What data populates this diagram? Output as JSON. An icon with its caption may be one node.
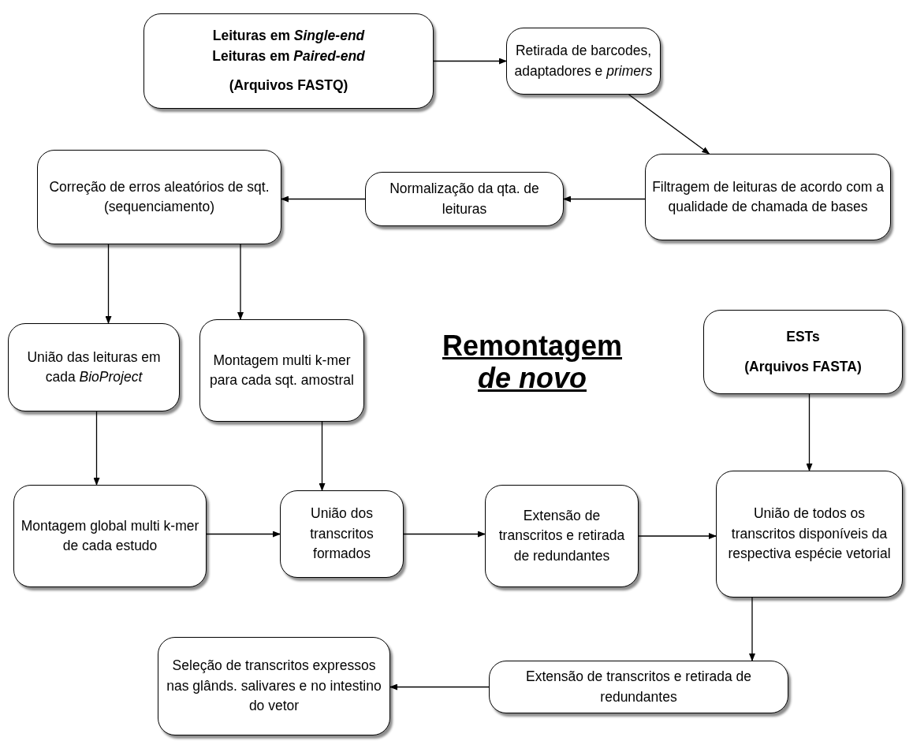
{
  "diagram": {
    "title": "Remontagem *de novo*",
    "nodes": [
      {
        "text": [
          "Leituras em *Single-end* Leituras em *Paired-end*",
          "(Arquivos FASTQ)"
        ]
      },
      {
        "text": [
          "Retirada de barcodes, adaptadores e *primers*"
        ]
      },
      {
        "text": [
          "Filtragem de leituras de acordo com a qualidade de chamada de bases"
        ]
      },
      {
        "text": [
          "Normalização da qta. de leituras"
        ]
      },
      {
        "text": [
          "Correção de erros aleatórios de sqt. (sequenciamento)"
        ]
      },
      {
        "text": [
          "União das leituras em cada *BioProject*"
        ]
      },
      {
        "text": [
          "Montagem multi k-mer para cada sqt. amostral"
        ]
      },
      {
        "text": [
          "ESTs",
          "(Arquivos FASTA)"
        ]
      },
      {
        "text": [
          "Montagem global multi k-mer de cada estudo"
        ]
      },
      {
        "text": [
          "União dos transcritos formados"
        ]
      },
      {
        "text": [
          "Extensão de transcritos e retirada de redundantes"
        ]
      },
      {
        "text": [
          "União de todos os transcritos disponíveis da respectiva espécie vetorial"
        ]
      },
      {
        "text": [
          "Extensão de transcritos e retirada de redundantes"
        ]
      },
      {
        "text": [
          "Seleção de transcritos expressos nas glânds. salivares e no intestino do vetor"
        ]
      }
    ],
    "edges": [
      {
        "from": 0,
        "to": 1,
        "arrow": "to"
      },
      {
        "from": 1,
        "to": 2,
        "arrow": "to"
      },
      {
        "from": 2,
        "to": 3,
        "arrow": "to"
      },
      {
        "from": 3,
        "to": 4,
        "arrow": "to"
      },
      {
        "from": 4,
        "to": 5,
        "arrow": "to"
      },
      {
        "from": 4,
        "to": 6,
        "arrow": "to"
      },
      {
        "from": 5,
        "to": 8,
        "arrow": "to"
      },
      {
        "from": 6,
        "to": 9,
        "arrow": "to"
      },
      {
        "from": 8,
        "to": 9,
        "arrow": "to"
      },
      {
        "from": 9,
        "to": 10,
        "arrow": "to"
      },
      {
        "from": 10,
        "to": 11,
        "arrow": "to"
      },
      {
        "from": 7,
        "to": 11,
        "arrow": "to"
      },
      {
        "from": 11,
        "to": 12,
        "arrow": "to"
      },
      {
        "from": 12,
        "to": 13,
        "arrow": "to"
      }
    ]
  }
}
